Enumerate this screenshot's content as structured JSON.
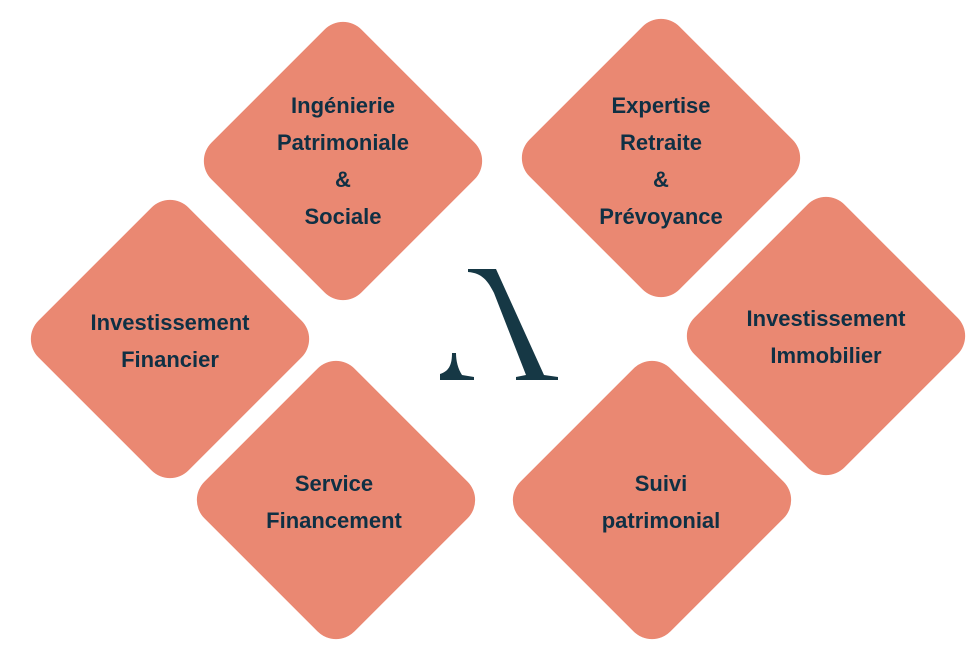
{
  "colors": {
    "tile": "#ea8872",
    "text": "#0f3044",
    "logo": "#163845",
    "background": "#ffffff"
  },
  "logo": {
    "icon": "stylized-a-logo-icon"
  },
  "tiles": [
    {
      "id": "ingenierie",
      "lines": [
        "Ingénierie",
        "Patrimoniale",
        "&",
        "Sociale"
      ]
    },
    {
      "id": "expertise",
      "lines": [
        "Expertise",
        "Retraite",
        "&",
        "Prévoyance"
      ]
    },
    {
      "id": "investissement-financier",
      "lines": [
        "Investissement",
        "Financier"
      ]
    },
    {
      "id": "investissement-immobilier",
      "lines": [
        "Investissement",
        "Immobilier"
      ]
    },
    {
      "id": "service-financement",
      "lines": [
        "Service",
        "Financement"
      ]
    },
    {
      "id": "suivi-patrimonial",
      "lines": [
        "Suivi",
        "patrimonial"
      ]
    }
  ]
}
